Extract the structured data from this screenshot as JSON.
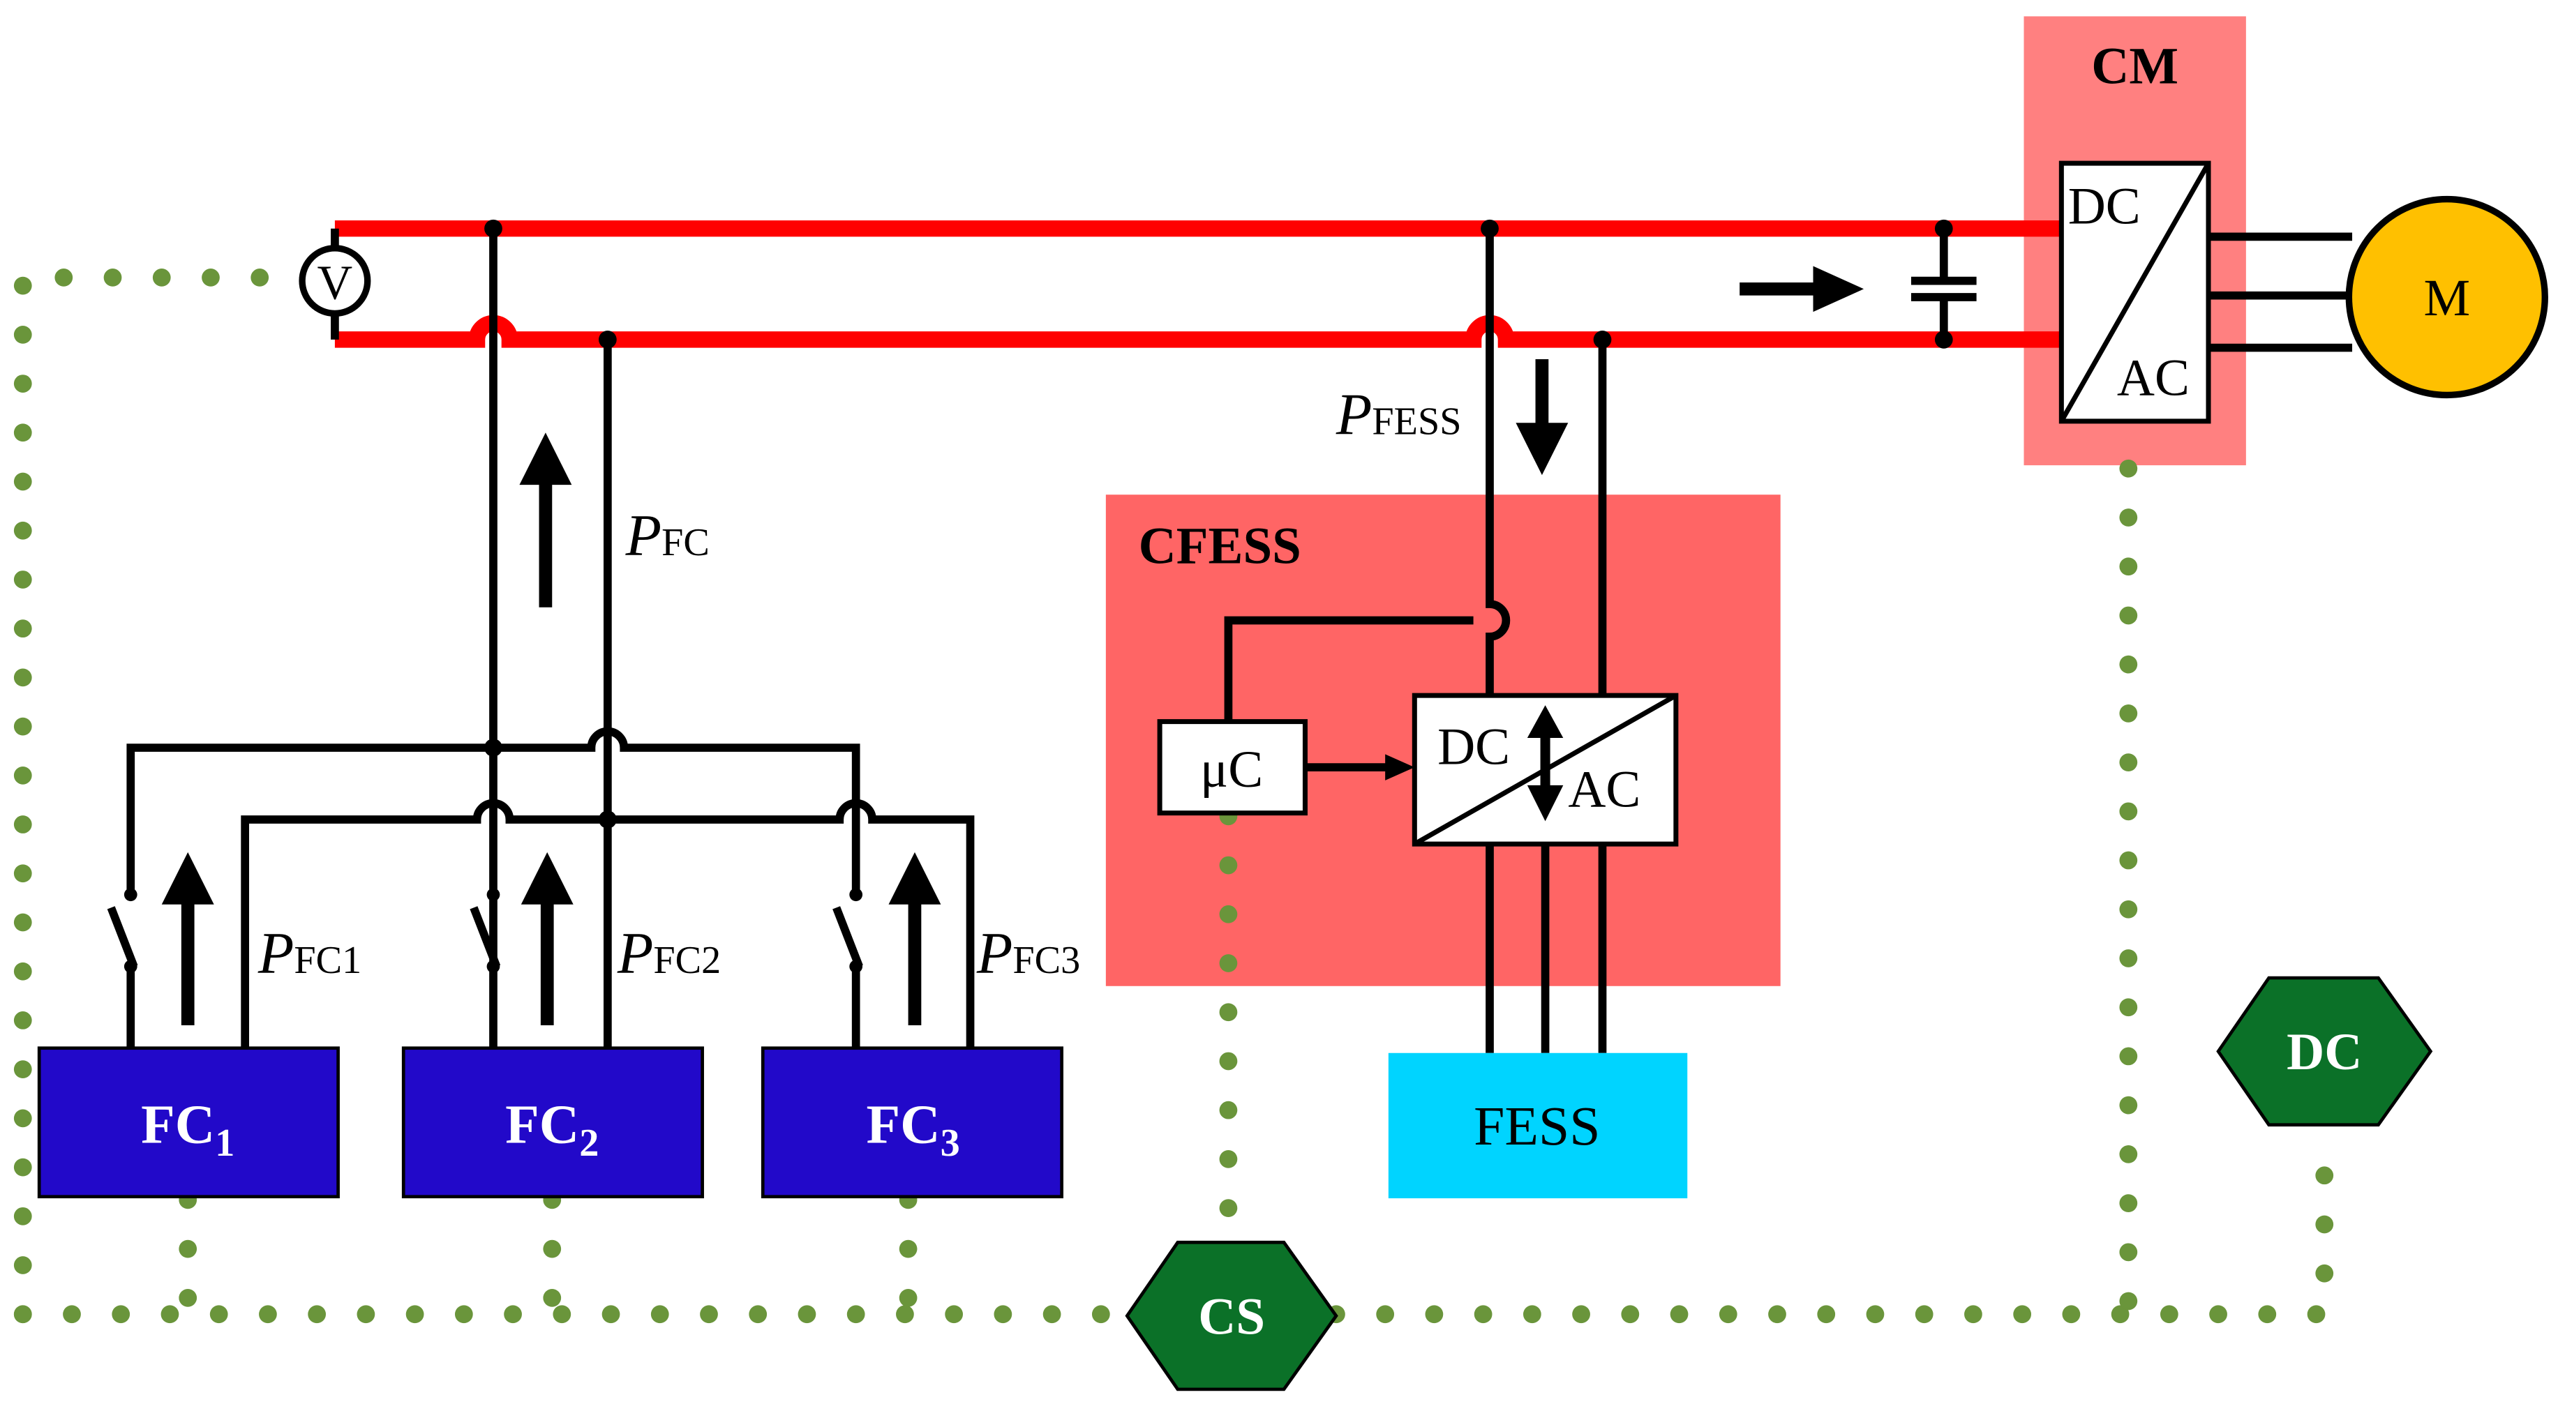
{
  "colors": {
    "bus": "#ff0000",
    "wire": "#000000",
    "fc_block": "#2209c9",
    "fess_block": "#00d4ff",
    "cfess_region": "#ff6565",
    "cm_region": "#ff8080",
    "motor": "#ffc000",
    "hexagon": "#0b7128",
    "comm_dotted": "#6a953b"
  },
  "cm": {
    "title": "CM",
    "converter_top": "DC",
    "converter_bottom": "AC"
  },
  "motor": {
    "label": "M"
  },
  "voltmeter": {
    "label": "V"
  },
  "cfess": {
    "title": "CFESS",
    "microcontroller": "μC",
    "converter_top": "DC",
    "converter_bottom": "AC"
  },
  "fess": {
    "label": "FESS"
  },
  "fuel_cells": [
    {
      "name": "FC",
      "sub": "1",
      "power_italic": "P",
      "power_sub": "FC1"
    },
    {
      "name": "FC",
      "sub": "2",
      "power_italic": "P",
      "power_sub": "FC2"
    },
    {
      "name": "FC",
      "sub": "3",
      "power_italic": "P",
      "power_sub": "FC3"
    }
  ],
  "power_labels": {
    "fc": {
      "italic": "P",
      "sub": "FC"
    },
    "fess": {
      "italic": "P",
      "sub": "FESS"
    }
  },
  "hexagons": {
    "cs": "CS",
    "dc": "DC"
  }
}
